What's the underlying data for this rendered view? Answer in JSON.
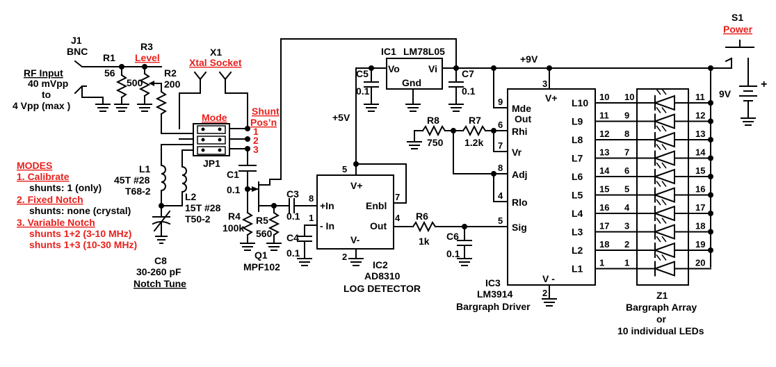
{
  "j1": {
    "ref": "J1",
    "name": "BNC"
  },
  "rf_input": {
    "line1": "RF Input",
    "line2": "40 mVpp",
    "line3": "to",
    "line4": "4 Vpp (max )"
  },
  "r1": {
    "ref": "R1",
    "value": "56"
  },
  "r3": {
    "ref": "R3",
    "name": "Level",
    "value": "500"
  },
  "r2": {
    "ref": "R2",
    "value": "200"
  },
  "x1": {
    "ref": "X1",
    "name": "Xtal Socket"
  },
  "mode": {
    "label": "Mode"
  },
  "shunt": {
    "line1": "Shunt",
    "line2": "Pos’n",
    "p1": "1",
    "p2": "2",
    "p3": "3"
  },
  "jp1": {
    "ref": "JP1"
  },
  "modes": {
    "heading": "MODES",
    "m1_title": "1. Calibrate",
    "m1_detail": "shunts: 1 (only)",
    "m2_title": "2. Fixed Notch",
    "m2_detail": "shunts: none (crystal)",
    "m3_title": "3. Variable Notch",
    "m3_detail1": "shunts 1+2 (3-10 MHz)",
    "m3_detail2": "shunts 1+3 (10-30 MHz)"
  },
  "l1": {
    "ref": "L1",
    "turns": "45T #28",
    "core": "T68-2"
  },
  "l2": {
    "ref": "L2",
    "turns": "15T #28",
    "core": "T50-2"
  },
  "c8": {
    "ref": "C8",
    "value": "30-260 pF",
    "name": "Notch Tune"
  },
  "c1": {
    "ref": "C1",
    "value": "0.1"
  },
  "r4": {
    "ref": "R4",
    "value": "100k"
  },
  "r5": {
    "ref": "R5",
    "value": "560"
  },
  "q1": {
    "ref": "Q1",
    "part": "MPF102"
  },
  "c3": {
    "ref": "C3",
    "value": "0.1"
  },
  "c4": {
    "ref": "C4",
    "value": "0.1"
  },
  "ic1": {
    "ref": "IC1",
    "part": "LM78L05",
    "pin_vo": "Vo",
    "pin_vi": "Vi",
    "pin_gnd": "Gnd"
  },
  "c5": {
    "ref": "C5",
    "value": "0.1"
  },
  "c7": {
    "ref": "C7",
    "value": "0.1"
  },
  "rail_5v": "+5V",
  "rail_9v": "+9V",
  "ic2": {
    "ref": "IC2",
    "part": "AD8310",
    "desc": "LOG DETECTOR",
    "pin_vp": "V+",
    "pin_vm": "V-",
    "pin_in_p": "+In",
    "pin_in_m": "- In",
    "pin_enbl": "Enbl",
    "pin_out": "Out",
    "n5": "5",
    "n8": "8",
    "n1": "1",
    "n2": "2",
    "n7": "7",
    "n4": "4"
  },
  "r6": {
    "ref": "R6",
    "value": "1k"
  },
  "c6": {
    "ref": "C6",
    "value": "0.1"
  },
  "r8": {
    "ref": "R8",
    "value": "750"
  },
  "r7": {
    "ref": "R7",
    "value": "1.2k"
  },
  "ic3": {
    "ref": "IC3",
    "part": "LM3914",
    "desc": "Bargraph Driver",
    "pin_vp": "V+",
    "pin_vm": "V -",
    "pin_mde": "Mde",
    "pin_out": "Out",
    "pin_rhi": "Rhi",
    "pin_vr": "Vr",
    "pin_adj": "Adj",
    "pin_rlo": "Rlo",
    "pin_sig": "Sig",
    "n3": "3",
    "n9": "9",
    "n6": "6",
    "n7": "7",
    "n8": "8",
    "n4": "4",
    "n5": "5",
    "n2": "2",
    "outputs": [
      {
        "label": "L10",
        "pin": "10"
      },
      {
        "label": "L9",
        "pin": "11"
      },
      {
        "label": "L8",
        "pin": "12"
      },
      {
        "label": "L7",
        "pin": "13"
      },
      {
        "label": "L6",
        "pin": "14"
      },
      {
        "label": "L5",
        "pin": "15"
      },
      {
        "label": "L4",
        "pin": "16"
      },
      {
        "label": "L3",
        "pin": "17"
      },
      {
        "label": "L2",
        "pin": "18"
      },
      {
        "label": "L1",
        "pin": "1"
      }
    ]
  },
  "z1": {
    "ref": "Z1",
    "desc1": "Bargraph Array",
    "desc2": "or",
    "desc3": "10 individual LEDs",
    "left_pins": [
      "10",
      "9",
      "8",
      "7",
      "6",
      "5",
      "4",
      "3",
      "2",
      "1"
    ],
    "right_pins": [
      "11",
      "12",
      "13",
      "14",
      "15",
      "16",
      "17",
      "18",
      "19",
      "20"
    ]
  },
  "s1": {
    "ref": "S1",
    "name": "Power"
  },
  "battery": {
    "value": "9V",
    "plus": "+"
  }
}
